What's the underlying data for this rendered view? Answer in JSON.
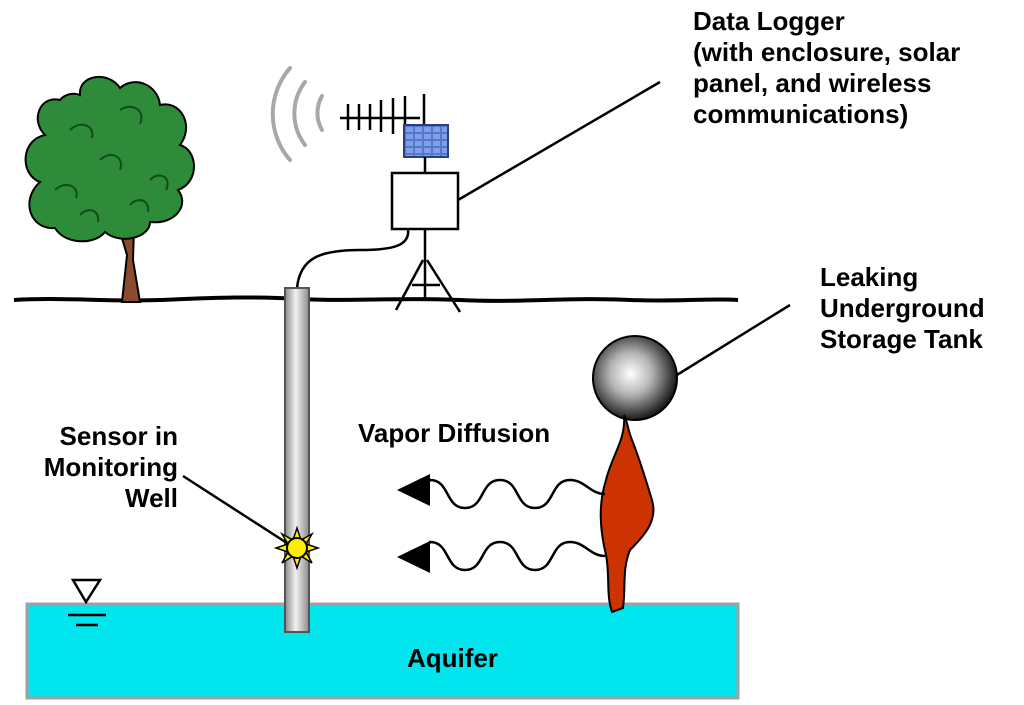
{
  "labels": {
    "data_logger": [
      "Data Logger",
      "(with enclosure, solar",
      "panel, and wireless",
      "communications)"
    ],
    "storage_tank": [
      "Leaking",
      "Underground",
      "Storage Tank"
    ],
    "vapor_diffusion": "Vapor Diffusion",
    "sensor": [
      "Sensor in",
      "Monitoring",
      "Well"
    ],
    "aquifer": "Aquifer"
  },
  "colors": {
    "aquifer_fill": "#00e5ee",
    "aquifer_border": "#a0a0a0",
    "tree_foliage": "#2e8b3a",
    "tree_trunk": "#8b4a2b",
    "plume": "#cc3300",
    "sensor": "#ffee00",
    "solar_panel": "#5577cc",
    "ink": "#000000"
  }
}
